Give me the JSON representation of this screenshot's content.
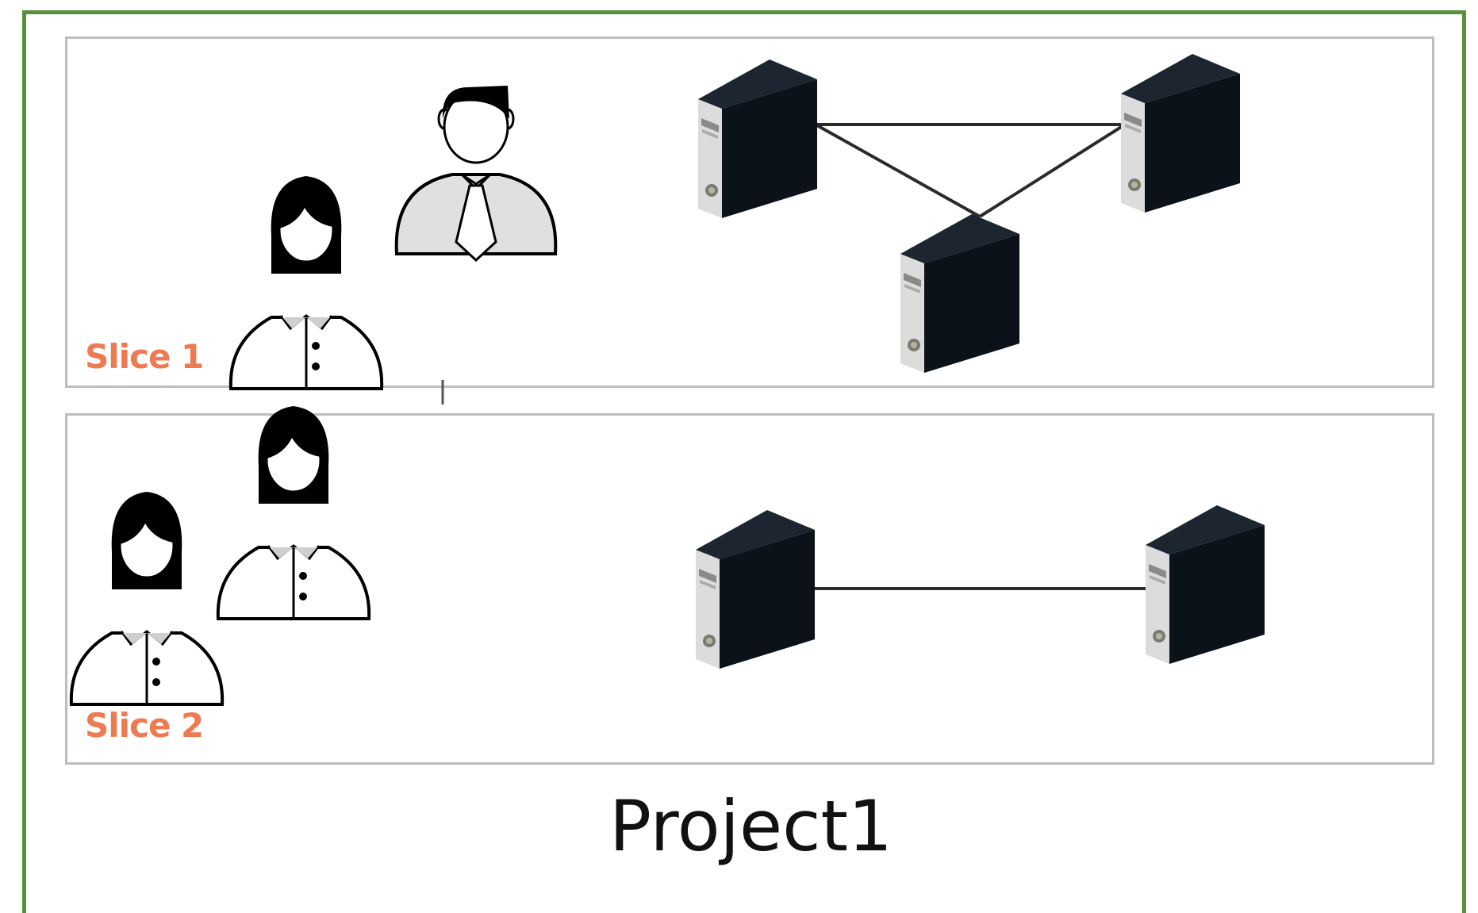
{
  "diagram": {
    "project_label": "Project1",
    "frame_color": "#5a8f3c",
    "slice_label_color": "#ee7a52",
    "slices": [
      {
        "label": "Slice 1",
        "users": [
          "woman",
          "man-with-tie"
        ],
        "servers": 3,
        "topology": "triangle"
      },
      {
        "label": "Slice 2",
        "users": [
          "woman",
          "woman"
        ],
        "servers": 2,
        "topology": "line"
      }
    ],
    "icons": {
      "user": "person-icon",
      "server": "server-tower-icon"
    }
  }
}
